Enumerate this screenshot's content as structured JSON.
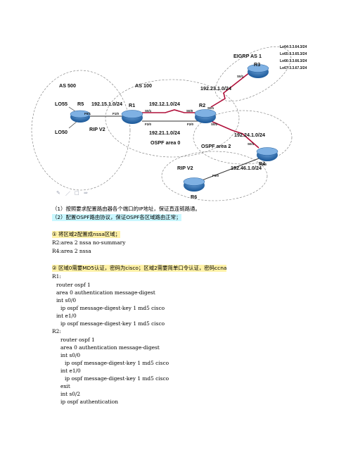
{
  "diagram": {
    "areas": {
      "as500": "AS 500",
      "as100": "AS 100",
      "eigrp": "EIGRP AS 1",
      "ospf0": "OSPF area 0",
      "ospf2": "OSPF area 2",
      "ripv2_left": "RIP V2",
      "ripv2_bottom": "RIP V2"
    },
    "routers": {
      "r1": "R1",
      "r2": "R2",
      "r3": "R3",
      "r4": "R4",
      "r5": "R5",
      "r6": "R6"
    },
    "loopbacks": {
      "lo55": "LO55",
      "lo50": "LO50",
      "r3_lo64": "Lo64:3.3.64.3/24",
      "r3_lo65": "Lo65:3.3.65.3/24",
      "r3_lo66": "Lo66:3.3.66.3/24",
      "r3_lo67": "Lo67:3.3.67.3/24"
    },
    "networks": {
      "n15": "192.15.1.0/24",
      "n12": "192.12.1.0/24",
      "n21": "192.21.1.0/24",
      "n23": "192.23.1.0/24",
      "n24": "192.24.1.0/24",
      "n46": "192.46.1.0/24"
    },
    "ports": {
      "r5_f01": "F0/1",
      "r1_f10": "F1/0",
      "r1_s01": "S0/1",
      "r1_f20": "F2/0",
      "r2_s00": "S0/0",
      "r2_f20": "F2/0",
      "r2_s01": "S0/1",
      "r2_s02": "S0/2",
      "r3_s01": "S0/1",
      "r4_s01": "S0/1",
      "r4_f20": "F2/0",
      "r6_f00": "F0/0"
    },
    "toolbar_icons": [
      "pen-icon",
      "pencil-icon",
      "box-icon",
      "arrow-icon"
    ]
  },
  "doc": {
    "p1": "（1）按照要求配置路由器各个端口的IP地址，保证直连链路通。",
    "p2": "（2）配置OSPF路由协议，保证OSPF各区域路由正常；",
    "s1_heading": "① 将区域2配置成nssa区域；",
    "s1_line1": "R2:area 2 nssa no-summary",
    "s1_line2": "R4:area 2 nssa",
    "s2_heading": "② 区域0需要MD5认证，密码为cisco；区域2需要简单口令认证，密码ccna",
    "code": [
      "R1:",
      "router ospf 1",
      "area 0 authentication message-digest",
      "int s0/0",
      "ip ospf message-digest-key 1 md5 cisco",
      "int e1/0",
      "ip ospf message-digest-key 1 md5 cisco",
      "R2:",
      "router ospf 1",
      "area 0 authentication message-digest",
      "int s0/0",
      "ip ospf message-digest-key 1 md5 cisco",
      "int e1/0",
      "ip ospf message-digest-key 1 md5 cisco",
      "exit",
      "int s0/2",
      "ip ospf authentication"
    ]
  }
}
